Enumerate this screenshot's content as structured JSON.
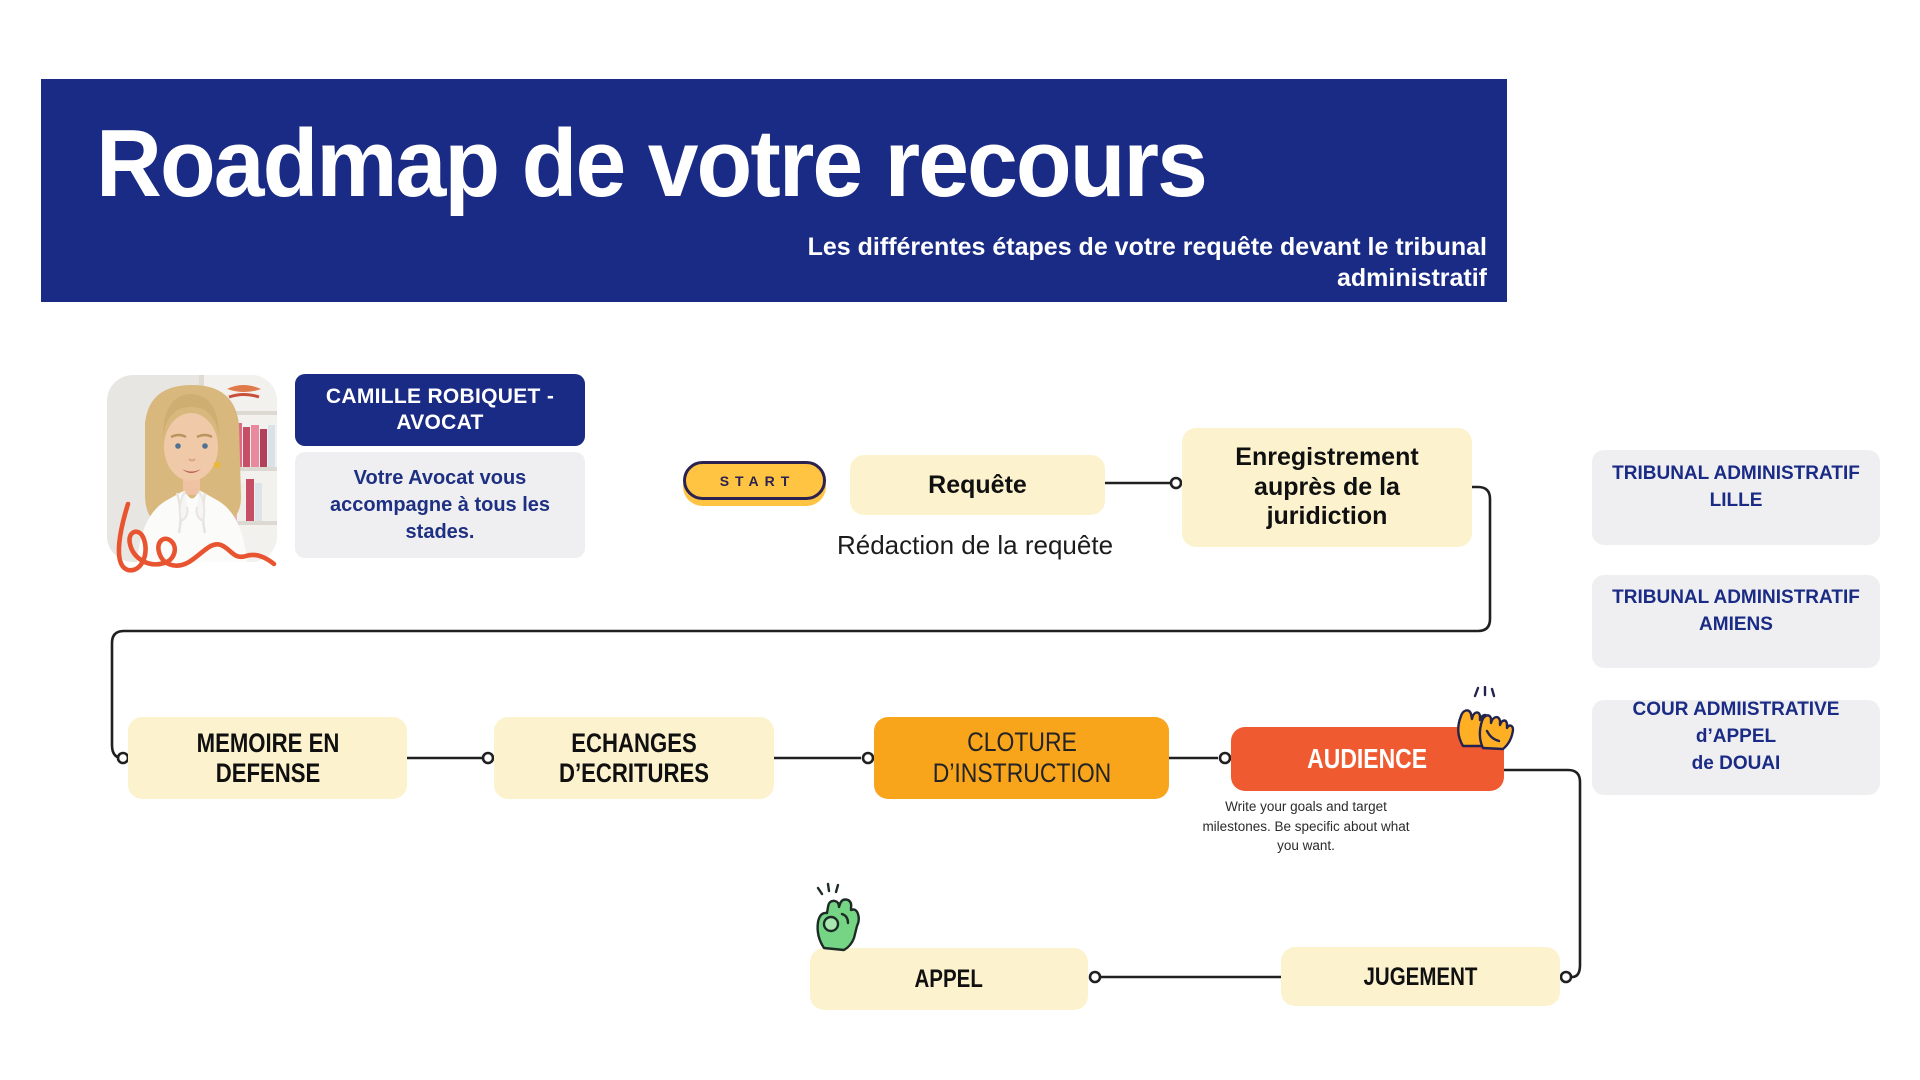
{
  "banner": {
    "title": "Roadmap de votre recours",
    "subtitle_lines": [
      "Les différentes étapes de votre requête devant le tribunal",
      "administratif"
    ]
  },
  "profile": {
    "name": "CAMILLE ROBIQUET - AVOCAT",
    "tagline": "Votre Avocat vous accompagne à tous les stades.",
    "photo_description": "lawyer-portrait-photo",
    "signature_icon": "signature-scribble"
  },
  "flow": {
    "start_label": "START",
    "requete": {
      "label": "Requête",
      "caption": "Rédaction de la requête"
    },
    "enregistrement": {
      "label": "Enregistrement auprès de la juridiction"
    },
    "memoire": {
      "label": "MEMOIRE EN DEFENSE"
    },
    "echanges": {
      "label": "ECHANGES D’ECRITURES"
    },
    "cloture": {
      "label": "CLOTURE D’INSTRUCTION"
    },
    "audience": {
      "label": "AUDIENCE",
      "note": "Write your goals and target milestones. Be specific about what you want.",
      "icon": "clapping-hands-icon"
    },
    "jugement": {
      "label": "JUGEMENT"
    },
    "appel": {
      "label": "APPEL",
      "icon": "raised-fist-icon"
    }
  },
  "courts": [
    {
      "line1": "TRIBUNAL ADMINISTRATIF",
      "line2": "LILLE"
    },
    {
      "line1": "TRIBUNAL ADMINISTRATIF",
      "line2": "AMIENS"
    },
    {
      "line1": "COUR ADMIISTRATIVE d’APPEL",
      "line2": "de DOUAI"
    }
  ],
  "colors": {
    "navy": "#1A2B85",
    "pale_yellow": "#FCF3CE",
    "start_yellow": "#FFC442",
    "orange": "#F9A51C",
    "red": "#F05A30",
    "gray_box": "#EFEFF1",
    "connector": "#202020",
    "signature_red": "#E85430"
  }
}
